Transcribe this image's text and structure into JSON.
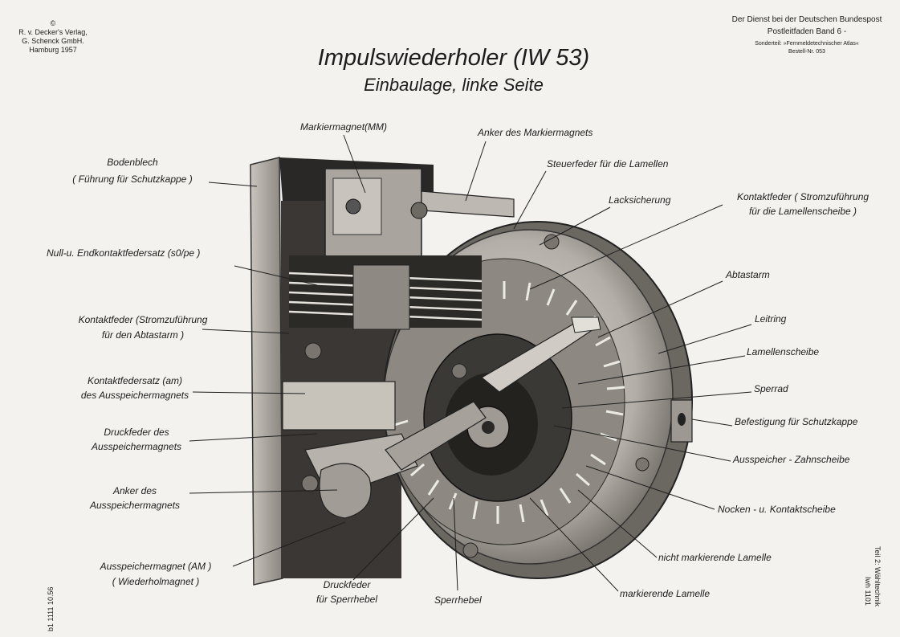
{
  "publisher": {
    "copyright_symbol": "©",
    "line1": "R. v. Decker's Verlag,",
    "line2": "G. Schenck GmbH.",
    "line3": "Hamburg 1957"
  },
  "series": {
    "line1": "Der Dienst bei der Deutschen Bundespost",
    "line2": "Postleitfaden Band 6 -",
    "line3": "Sonderteil: »Fernmeldetechnischer Atlas«",
    "line4": "Bestell-Nr. 053"
  },
  "title": "Impulswiederholer (IW 53)",
  "subtitle": "Einbaulage, linke Seite",
  "labels": {
    "markiermagnet": "Markiermagnet(MM)",
    "anker_mm": "Anker des Markiermagnets",
    "steuerfeder": "Steuerfeder für die Lamellen",
    "lacksicherung": "Lacksicherung",
    "kontaktfeder_lamellen_1": "Kontaktfeder ( Stromzuführung",
    "kontaktfeder_lamellen_2": "für die Lamellenscheibe )",
    "abtastarm": "Abtastarm",
    "leitring": "Leitring",
    "lamellenscheibe": "Lamellenscheibe",
    "sperrad": "Sperrad",
    "befestigung": "Befestigung für Schutzkappe",
    "zahnscheibe": "Ausspeicher - Zahnscheibe",
    "nocken": "Nocken - u. Kontaktscheibe",
    "nicht_markierende": "nicht markierende Lamelle",
    "markierende": "markierende Lamelle",
    "sperrhebel": "Sperrhebel",
    "druckfeder_sperr_1": "Druckfeder",
    "druckfeder_sperr_2": "für Sperrhebel",
    "am_1": "Ausspeichermagnet (AM )",
    "am_2": "( Wiederholmagnet )",
    "anker_am_1": "Anker des",
    "anker_am_2": "Ausspeichermagnets",
    "druckfeder_am_1": "Druckfeder des",
    "druckfeder_am_2": "Ausspeichermagnets",
    "federsatz_am_1": "Kontaktfedersatz (am)",
    "federsatz_am_2": "des Ausspeichermagnets",
    "kontaktfeder_abtast_1": "Kontaktfeder (Stromzuführung",
    "kontaktfeder_abtast_2": "für den Abtastarm )",
    "null_end": "Null-u. Endkontaktfedersatz (s0/pe )",
    "bodenblech_1": "Bodenblech",
    "bodenblech_2": "( Führung für Schutzkappe )"
  },
  "margin_left": "b1 1111 10.56",
  "margin_right_1": "Teil 2: Wähltechnik",
  "margin_right_2": "Iwh 1101"
}
